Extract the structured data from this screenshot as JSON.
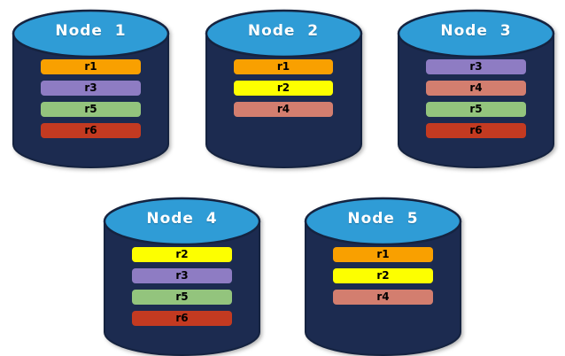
{
  "palette": {
    "r1": "#F9A000",
    "r2": "#FDFF00",
    "r3": "#8E7CC3",
    "r4": "#D37E6F",
    "r5": "#93C47D",
    "r6": "#C33A21"
  },
  "cylinder": {
    "top_fill": "#2F9CD6",
    "body_fill": "#1C2B50",
    "outline": "#152340"
  },
  "nodes": [
    {
      "label": "Node  1",
      "row": 1,
      "records": [
        "r1",
        "r3",
        "r5",
        "r6"
      ]
    },
    {
      "label": "Node  2",
      "row": 1,
      "records": [
        "r1",
        "r2",
        "r4"
      ]
    },
    {
      "label": "Node  3",
      "row": 1,
      "records": [
        "r3",
        "r4",
        "r5",
        "r6"
      ]
    },
    {
      "label": "Node  4",
      "row": 2,
      "records": [
        "r2",
        "r3",
        "r5",
        "r6"
      ]
    },
    {
      "label": "Node  5",
      "row": 2,
      "records": [
        "r1",
        "r2",
        "r4"
      ]
    }
  ]
}
